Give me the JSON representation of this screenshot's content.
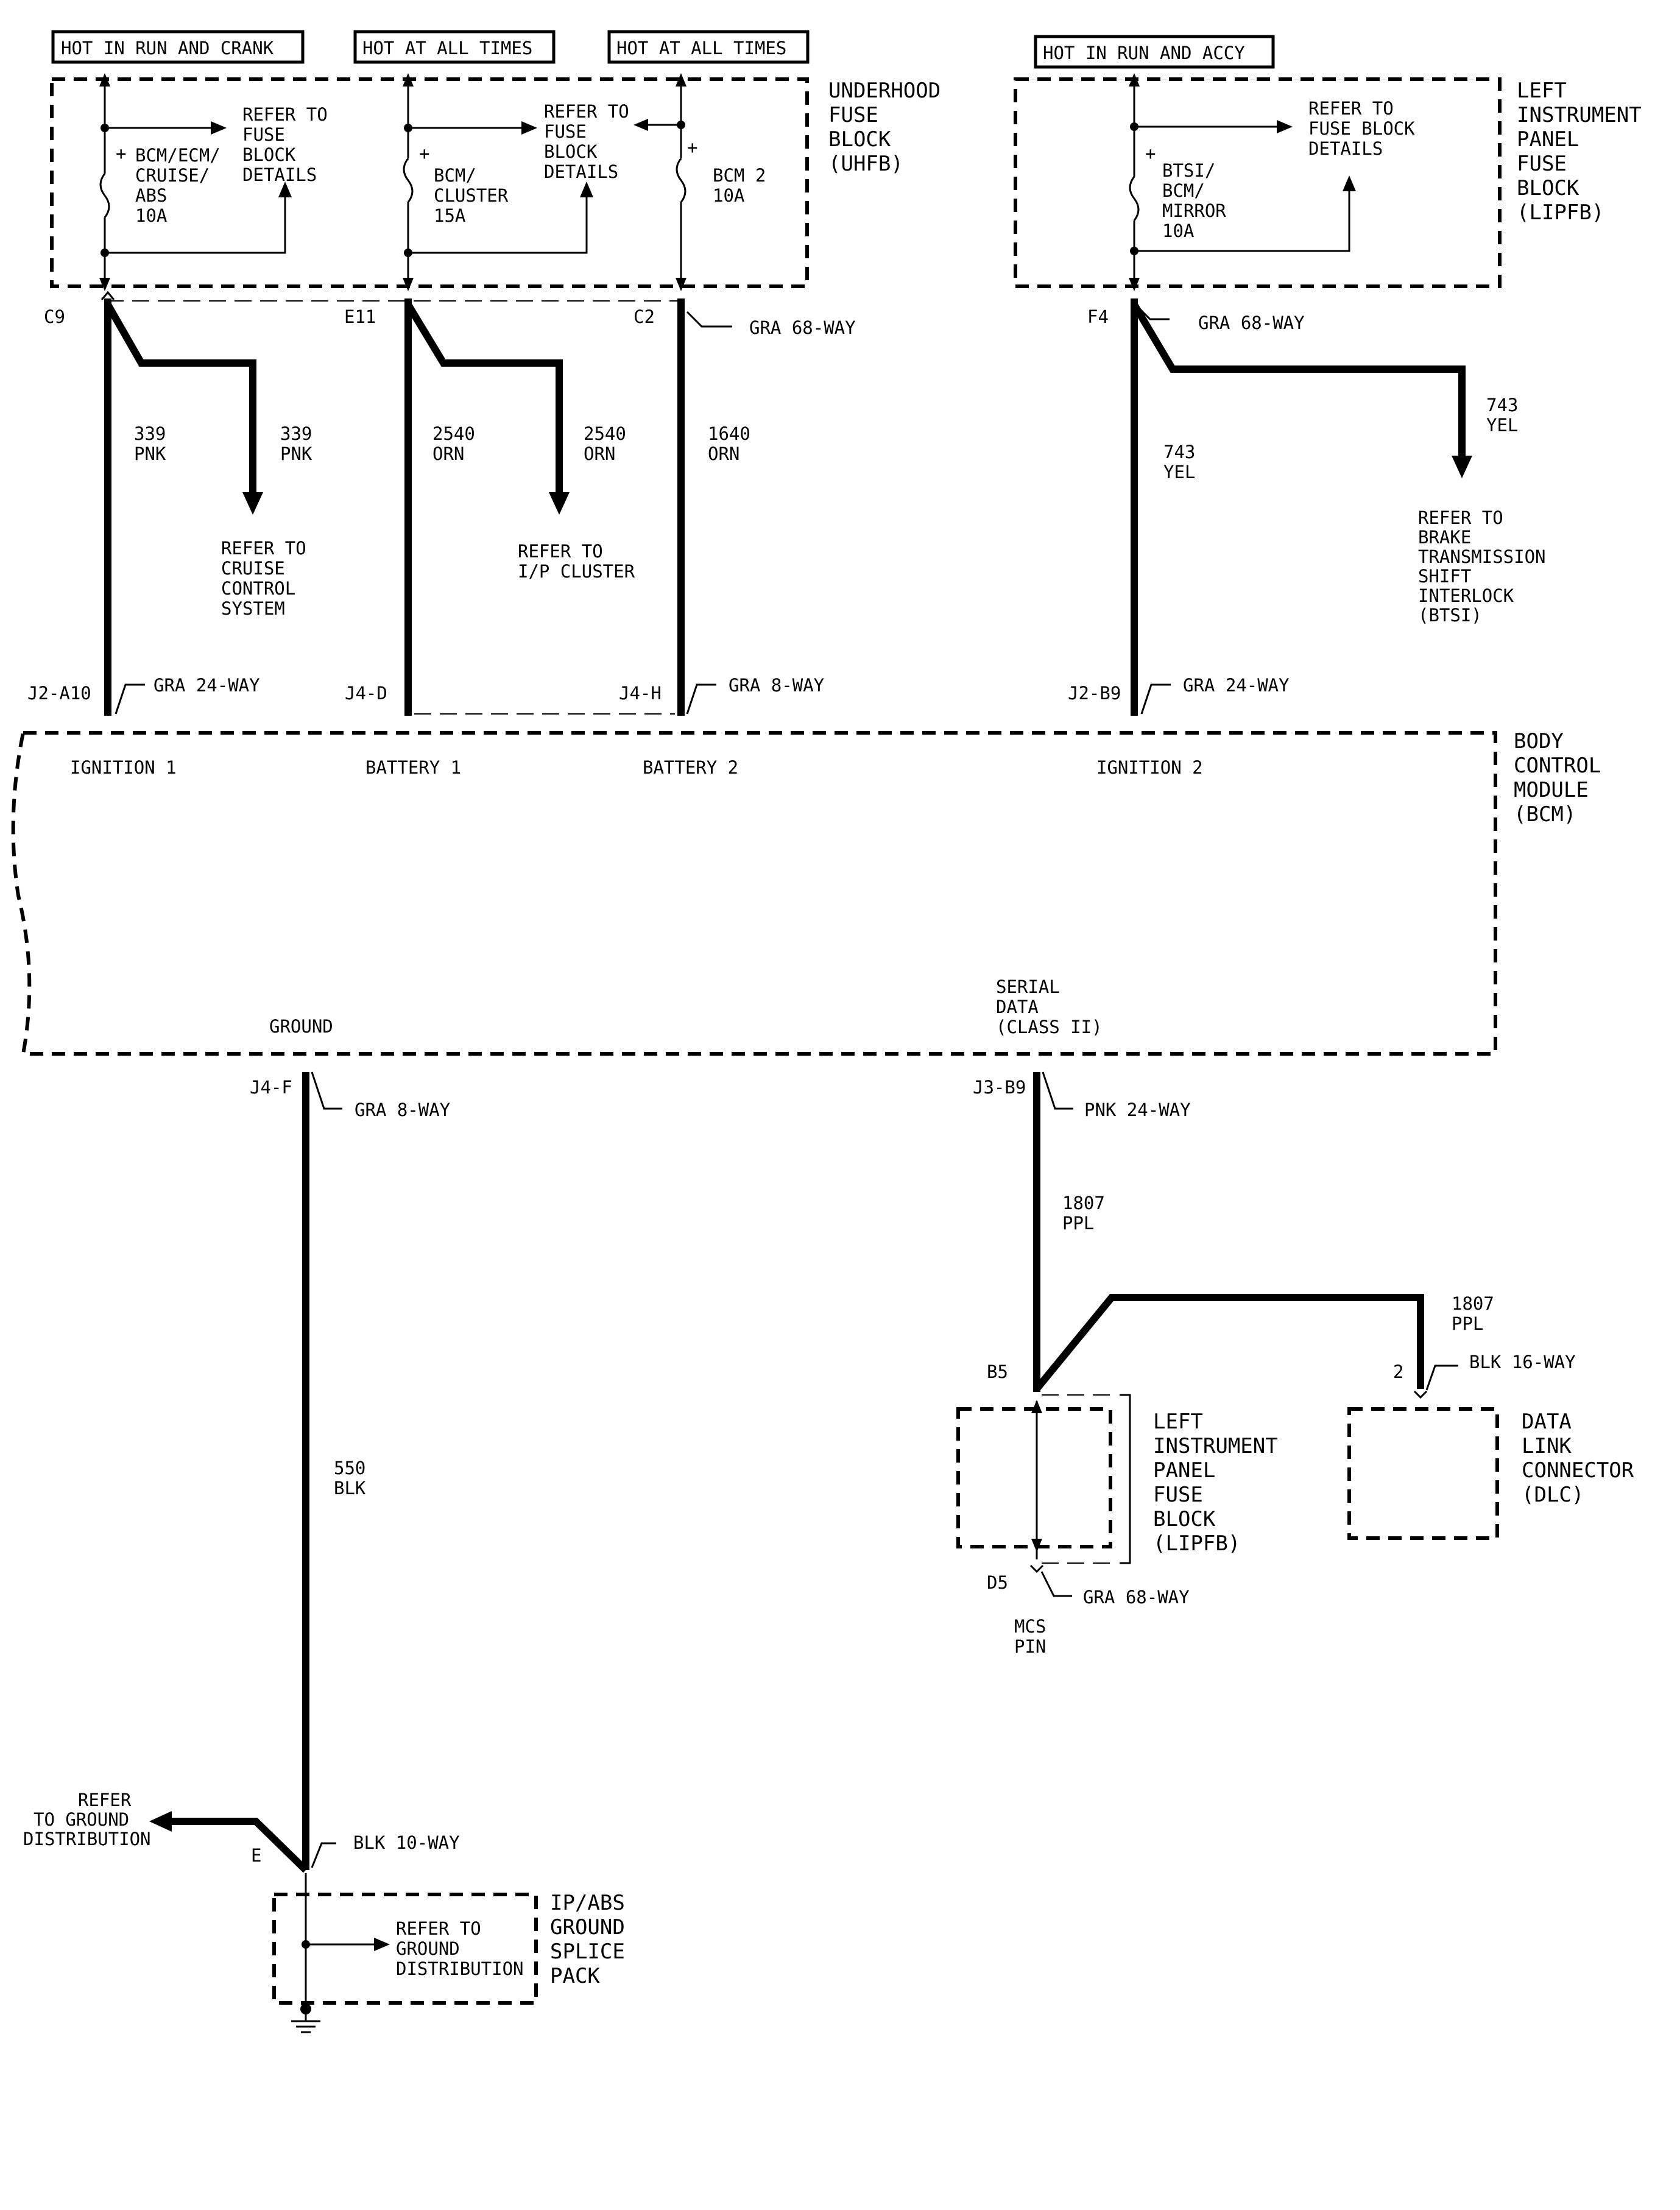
{
  "supply": {
    "hot_run_crank": "HOT IN RUN AND CRANK",
    "hot_all_times_1": "HOT AT ALL TIMES",
    "hot_all_times_2": "HOT AT ALL TIMES",
    "hot_run_accy": "HOT IN RUN AND ACCY"
  },
  "uhfb": {
    "label": [
      "UNDERHOOD",
      "FUSE",
      "BLOCK",
      "(UHFB)"
    ],
    "fuse1": [
      "BCM/ECM/",
      "CRUISE/",
      "ABS",
      "10A"
    ],
    "fuse2": [
      "BCM/",
      "CLUSTER",
      "15A"
    ],
    "fuse3": [
      "BCM 2",
      "10A"
    ],
    "refer1": [
      "REFER TO",
      "FUSE",
      "BLOCK",
      "DETAILS"
    ],
    "refer2": [
      "REFER TO",
      "FUSE",
      "BLOCK",
      "DETAILS"
    ],
    "plus": "+"
  },
  "lipfb_top": {
    "label": [
      "LEFT",
      "INSTRUMENT",
      "PANEL",
      "FUSE",
      "BLOCK",
      "(LIPFB)"
    ],
    "fuse": [
      "BTSI/",
      "BCM/",
      "MIRROR",
      "10A"
    ],
    "refer": [
      "REFER TO",
      "FUSE BLOCK",
      "DETAILS"
    ]
  },
  "connectors": {
    "c9": "C9",
    "e11": "E11",
    "c2": "C2",
    "f4": "F4",
    "gra68_1": "GRA 68-WAY",
    "gra68_2": "GRA 68-WAY",
    "j2a10": "J2-A10",
    "j4d": "J4-D",
    "j4h": "J4-H",
    "j2b9": "J2-B9",
    "gra24_1": "GRA 24-WAY",
    "gra8_1": "GRA 8-WAY",
    "gra24_2": "GRA 24-WAY",
    "j4f": "J4-F",
    "gra8_2": "GRA 8-WAY",
    "j3b9": "J3-B9",
    "pnk24": "PNK 24-WAY",
    "b5": "B5",
    "d5": "D5",
    "gra68_3": "GRA 68-WAY",
    "mcs": [
      "MCS",
      "PIN"
    ],
    "pin2": "2",
    "blk16": "BLK 16-WAY",
    "e": "E",
    "blk10": "BLK 10-WAY"
  },
  "wires": {
    "w339a": [
      "339",
      "PNK"
    ],
    "w339b": [
      "339",
      "PNK"
    ],
    "w2540a": [
      "2540",
      "ORN"
    ],
    "w2540b": [
      "2540",
      "ORN"
    ],
    "w1640": [
      "1640",
      "ORN"
    ],
    "w743a": [
      "743",
      "YEL"
    ],
    "w743b": [
      "743",
      "YEL"
    ],
    "w550": [
      "550",
      "BLK"
    ],
    "w1807a": [
      "1807",
      "PPL"
    ],
    "w1807b": [
      "1807",
      "PPL"
    ]
  },
  "refers": {
    "cruise": [
      "REFER TO",
      "CRUISE",
      "CONTROL",
      "SYSTEM"
    ],
    "cluster": [
      "REFER TO",
      "I/P CLUSTER"
    ],
    "btsi": [
      "REFER TO",
      "BRAKE",
      "TRANSMISSION",
      "SHIFT",
      "INTERLOCK",
      "(BTSI)"
    ],
    "ground_left": [
      "REFER",
      "TO GROUND",
      "DISTRIBUTION"
    ],
    "ground_splice": [
      "REFER TO",
      "GROUND",
      "DISTRIBUTION"
    ]
  },
  "bcm": {
    "label": [
      "BODY",
      "CONTROL",
      "MODULE",
      "(BCM)"
    ],
    "ignition1": "IGNITION 1",
    "battery1": "BATTERY 1",
    "battery2": "BATTERY 2",
    "ignition2": "IGNITION 2",
    "ground": "GROUND",
    "serial": [
      "SERIAL",
      "DATA",
      "(CLASS II)"
    ]
  },
  "lipfb_bottom": {
    "label": [
      "LEFT",
      "INSTRUMENT",
      "PANEL",
      "FUSE",
      "BLOCK",
      "(LIPFB)"
    ]
  },
  "dlc": {
    "label": [
      "DATA",
      "LINK",
      "CONNECTOR",
      "(DLC)"
    ]
  },
  "splice": {
    "label": [
      "IP/ABS",
      "GROUND",
      "SPLICE",
      "PACK"
    ]
  }
}
